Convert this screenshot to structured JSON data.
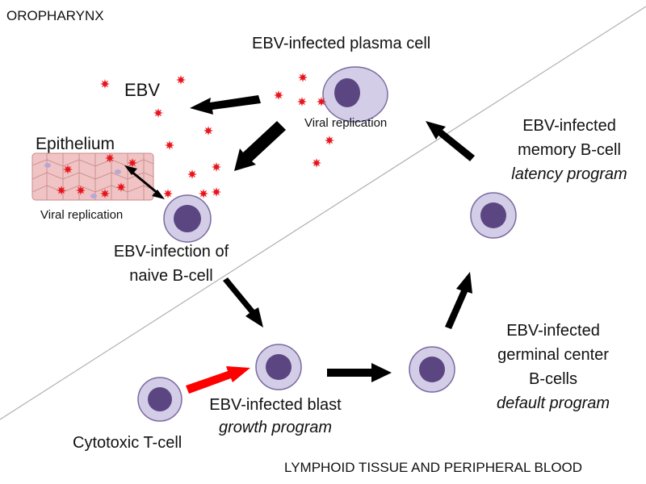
{
  "regions": {
    "top": "OROPHARYNX",
    "bottom": "LYMPHOID TISSUE AND PERIPHERAL BLOOD"
  },
  "labels": {
    "ebv": "EBV",
    "epithelium": "Epithelium",
    "epithelium_replication": "Viral replication",
    "plasma_cell": "EBV-infected plasma cell",
    "plasma_replication": "Viral replication",
    "naive_line1": "EBV-infection of",
    "naive_line2": "naive B-cell",
    "memory_line1": "EBV-infected",
    "memory_line2": "memory B-cell",
    "memory_program": "latency program",
    "germinal_line1": "EBV-infected",
    "germinal_line2": "germinal center",
    "germinal_line3": "B-cells",
    "germinal_program": "default program",
    "blast": "EBV-infected blast",
    "blast_program": "growth program",
    "tcell": "Cytotoxic T-cell"
  },
  "colors": {
    "cell_fill": "#d3cde8",
    "cell_border": "#7b6b9d",
    "nucleus": "#5b4682",
    "virion": "#e8141b",
    "arrow": "#000000",
    "attack_arrow": "#ff0000",
    "epithelium_fill": "#f0c4c4",
    "epithelium_line": "#c98a8a",
    "epithelium_nucleus": "#b6a8d6"
  },
  "icons": {
    "virion": "red-spiked-star",
    "cell": "cell-with-nucleus"
  }
}
